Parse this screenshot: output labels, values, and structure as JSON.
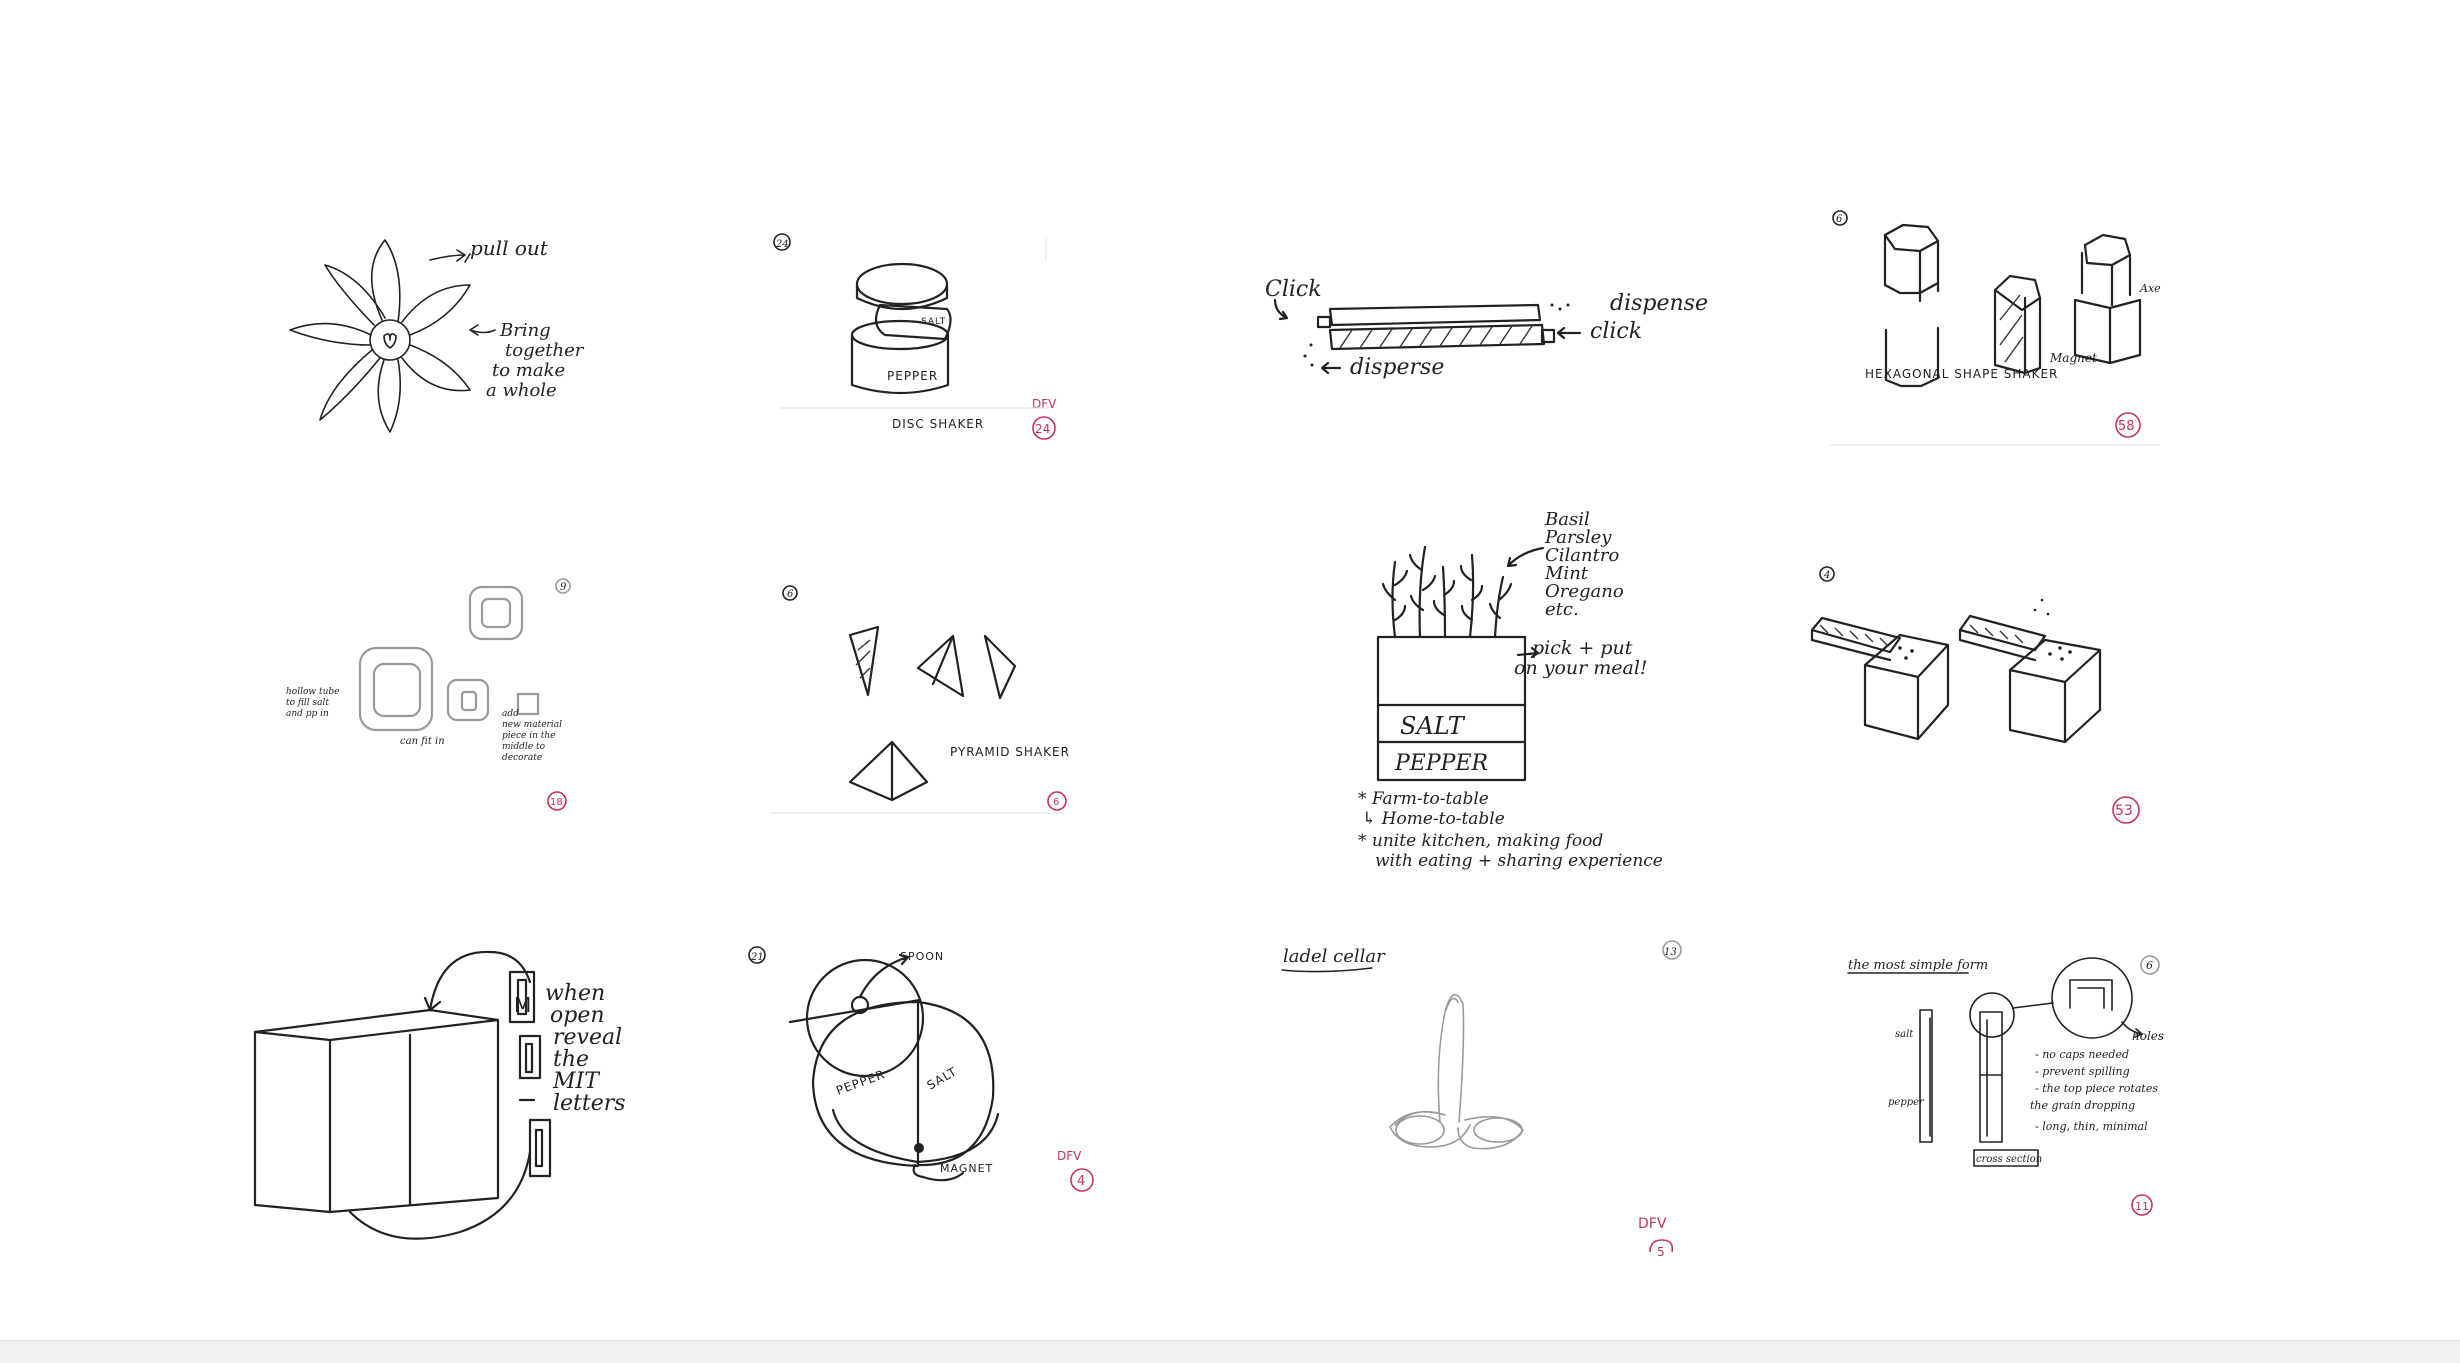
{
  "sketches": {
    "flower": {
      "pull_out": "pull out",
      "note_lines": [
        "Bring",
        "together",
        "to make",
        "a whole"
      ]
    },
    "disc": {
      "number": "24",
      "salt": "SALT",
      "pepper": "PEPPER",
      "caption": "DISC SHAKER",
      "dfv": "DFV",
      "badge": "24"
    },
    "click": {
      "click_left": "Click",
      "dispense_right": "dispense",
      "click_right": "click",
      "disperse": "disperse"
    },
    "hexagon": {
      "number": "6",
      "axis": "Axe",
      "magnet": "Magnet",
      "caption": "HEXAGONAL SHAPE SHAKER",
      "badge": "58"
    },
    "nested": {
      "number": "9",
      "left_note_lines": [
        "hollow tube",
        "to fill salt",
        "and pp in"
      ],
      "bottom_note": "can fit in",
      "right_note_lines": [
        "add",
        "new material",
        "piece in the",
        "middle to",
        "decorate"
      ],
      "badge": "18"
    },
    "pyramid": {
      "number": "6",
      "caption": "PYRAMID SHAKER",
      "badge": "6"
    },
    "herbs": {
      "herb_lines": [
        "Basil",
        "Parsley",
        "Cilantro",
        "Mint",
        "Oregano",
        "etc."
      ],
      "pick_lines": [
        "pick + put",
        "on your meal!"
      ],
      "salt": "SALT",
      "pepper": "PEPPER",
      "bullet_lines": [
        "* Farm-to-table",
        "↳ Home-to-table",
        "* unite kitchen, making food",
        "with eating + sharing experience"
      ]
    },
    "cubes": {
      "number": "4",
      "badge": "53"
    },
    "mit": {
      "note_lines": [
        "when",
        "open",
        "reveal",
        "the",
        "MIT",
        "letters"
      ],
      "letter": "M"
    },
    "circle": {
      "number": "21",
      "spoon": "SPOON",
      "pepper": "PEPPER",
      "salt": "SALT",
      "magnet": "MAGNET",
      "dfv": "DFV",
      "badge": "4"
    },
    "ladle": {
      "title": "ladel cellar",
      "number": "13",
      "dfv": "DFV",
      "badge": "5"
    },
    "simple": {
      "title": "the most simple form",
      "number": "6",
      "holes": "holes",
      "salt": "salt",
      "pepper": "pepper",
      "cross_section": "cross section",
      "note_lines": [
        "- no caps needed",
        "- prevent spilling",
        "- the top piece rotates",
        "the grain dropping",
        "- long, thin, minimal"
      ],
      "badge": "11"
    }
  }
}
